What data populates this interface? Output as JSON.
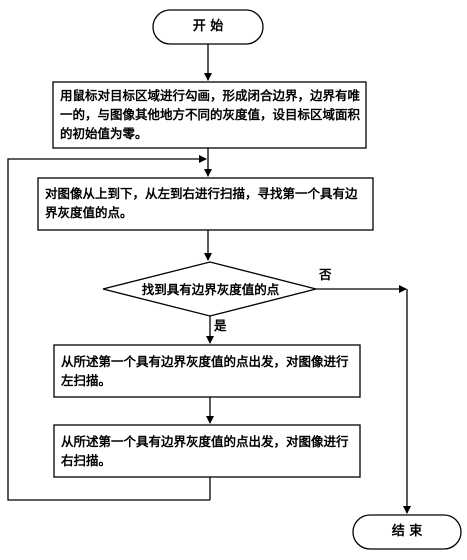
{
  "flowchart": {
    "start": "开 始",
    "step1": "用鼠标对目标区域进行勾画，形成闭合边界，边界有唯一的，与图像其他地方不同的灰度值，设目标区域面积的初始值为零。",
    "step2": "对图像从上到下，从左到右进行扫描，寻找第一个具有边界灰度值的点。",
    "decision": "找到具有边界灰度值的点",
    "yes_label": "是",
    "no_label": "否",
    "step3": "从所述第一个具有边界灰度值的点出发，对图像进行左扫描。",
    "step4": "从所述第一个具有边界灰度值的点出发，对图像进行右扫描。",
    "end": "结 束"
  },
  "colors": {
    "line": "#000000",
    "fill": "#ffffff"
  }
}
